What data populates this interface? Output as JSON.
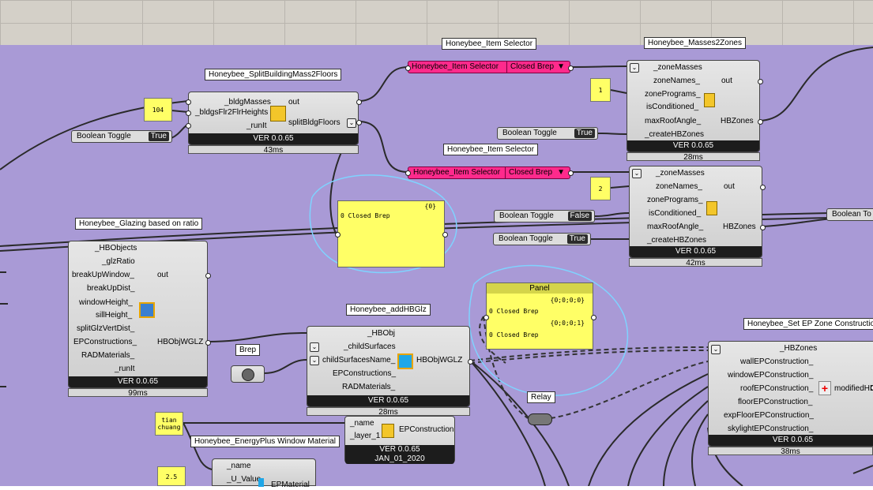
{
  "nodes": {
    "split": {
      "title": "Honeybee_SplitBuildingMass2Floors",
      "inputs": [
        "_bldgMasses",
        "_bldgsFlr2FlrHeights",
        "_runIt"
      ],
      "outputs": [
        "out",
        "splitBldgFloors"
      ],
      "version": "VER 0.0.65",
      "time": "43ms"
    },
    "sel1": {
      "title": "Honeybee_Item Selector",
      "label": "Honeybee_Item Selector",
      "value": "Closed Brep"
    },
    "sel2": {
      "title": "Honeybee_Item Selector",
      "label": "Honeybee_Item Selector",
      "value": "Closed Brep"
    },
    "m2z1": {
      "title": "Honeybee_Masses2Zones",
      "inputs": [
        "_zoneMasses",
        "zoneNames_",
        "zonePrograms_",
        "isConditioned_",
        "maxRoofAngle_",
        "_createHBZones"
      ],
      "outputs": [
        "out",
        "HBZones"
      ],
      "version": "VER 0.0.65",
      "time": "28ms"
    },
    "m2z2": {
      "inputs": [
        "_zoneMasses",
        "zoneNames_",
        "zonePrograms_",
        "isConditioned_",
        "maxRoofAngle_",
        "_createHBZones"
      ],
      "outputs": [
        "out",
        "HBZones"
      ],
      "version": "VER 0.0.65",
      "time": "42ms"
    },
    "glazing": {
      "title": "Honeybee_Glazing based on ratio",
      "inputs": [
        "_HBObjects",
        "_glzRatio",
        "breakUpWindow_",
        "breakUpDist_",
        "windowHeight_",
        "sillHeight_",
        "splitGlzVertDist_",
        "EPConstructions_",
        "RADMaterials_",
        "_runIt"
      ],
      "outputs": [
        "out",
        "HBObjWGLZ"
      ],
      "version": "VER 0.0.65",
      "time": "99ms"
    },
    "addglz": {
      "title": "Honeybee_addHBGlz",
      "inputs": [
        "_HBObj",
        "_childSurfaces",
        "childSurfacesName_",
        "EPConstructions_",
        "RADMaterials_"
      ],
      "outputs": [
        "HBObjWGLZ"
      ],
      "version": "VER 0.0.65",
      "time": "28ms"
    },
    "epcons": {
      "inputs": [
        "_name",
        "_layer_1"
      ],
      "outputs": [
        "EPConstruction"
      ],
      "version": "VER 0.0.65",
      "date": "JAN_01_2020"
    },
    "winmat": {
      "title": "Honeybee_EnergyPlus Window Material",
      "inputs": [
        "_name",
        "_U_Value"
      ],
      "outputs": [
        "EPMaterial"
      ]
    },
    "setcons": {
      "title": "Honeybee_Set EP Zone Construction",
      "inputs": [
        "_HBZones",
        "wallEPConstruction_",
        "windowEPConstruction_",
        "roofEPConstruction_",
        "floorEPConstruction_",
        "expFloorEPConstruction_",
        "skylightEPConstruction_"
      ],
      "outputs": [
        "modifiedHBZones"
      ],
      "version": "VER 0.0.65",
      "time": "38ms"
    }
  },
  "toggles": {
    "t1": {
      "label": "Boolean Toggle",
      "value": "True"
    },
    "t2": {
      "label": "Boolean Toggle",
      "value": "True"
    },
    "t3": {
      "label": "Boolean Toggle",
      "value": "False"
    },
    "t4": {
      "label": "Boolean Toggle",
      "value": "True"
    },
    "t5": {
      "label": "Boolean To"
    }
  },
  "stickies": {
    "s104": "104",
    "s1": "1",
    "s2": "2",
    "stianchuang": "tian chuang",
    "s25": "2.5"
  },
  "panel_small": {
    "index": "{0}",
    "row": "0 Closed Brep"
  },
  "panel_big": {
    "title": "Panel",
    "path1": "{0;0;0;0}",
    "row1": "0 Closed Brep",
    "path2": "{0;0;0;1}",
    "row2": "0 Closed Brep"
  },
  "brep": {
    "title": "Brep"
  },
  "relay": {
    "title": "Relay"
  },
  "colors": {
    "canvas": "#a99ad6",
    "selector": "#ff2a8c",
    "panel": "#ffff66",
    "annotation": "#7fd3ff"
  }
}
